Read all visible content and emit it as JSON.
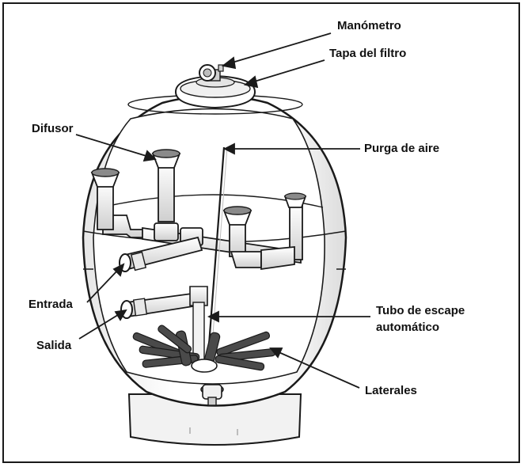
{
  "labels": {
    "manometro": "Manómetro",
    "tapa": "Tapa del filtro",
    "difusor": "Difusor",
    "purga": "Purga de aire",
    "entrada": "Entrada",
    "salida": "Salida",
    "tubo_line1": "Tubo de escape",
    "tubo_line2": "automático",
    "laterales": "Laterales"
  },
  "colors": {
    "stroke": "#1a1a1a",
    "tank_fill": "#ffffff",
    "shade": "#d9d9d9",
    "pipe_fill": "#f4f4f4"
  }
}
